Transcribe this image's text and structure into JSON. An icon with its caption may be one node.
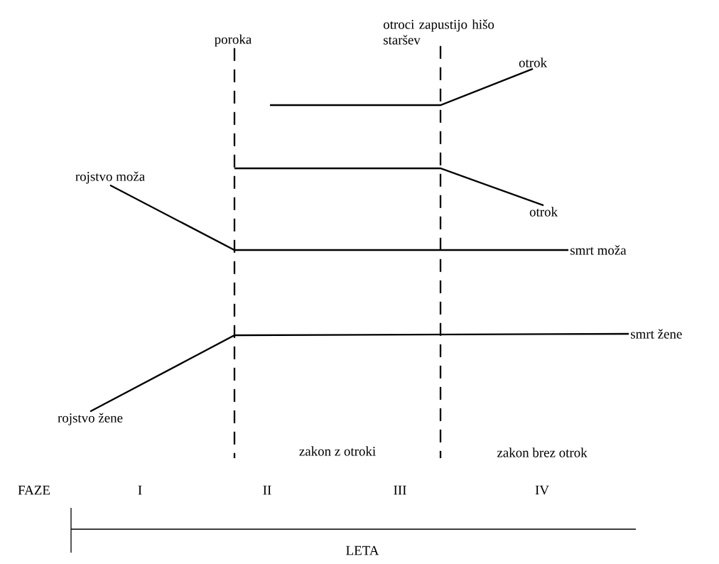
{
  "diagram": {
    "nodes": [
      {
        "text": [
          "poroka"
        ]
      },
      {
        "text": [
          "otroci zapustijo hišo staršev"
        ]
      },
      {
        "text": [
          "otrok"
        ]
      },
      {
        "text": [
          "rojstvo moža"
        ]
      },
      {
        "text": [
          "otrok"
        ]
      },
      {
        "text": [
          "smrt moža"
        ]
      },
      {
        "text": [
          "smrt žene"
        ]
      },
      {
        "text": [
          "rojstvo žene"
        ]
      }
    ],
    "edges": [
      {
        "from": 3,
        "to": 5,
        "arrow": "none"
      },
      {
        "from": 7,
        "to": 6,
        "arrow": "none"
      },
      {
        "from": null,
        "to": 2,
        "arrow": "none"
      },
      {
        "from": null,
        "to": 4,
        "arrow": "none"
      },
      {
        "from": 0,
        "to": null,
        "arrow": "none",
        "style": "dashed"
      },
      {
        "from": 1,
        "to": null,
        "arrow": "none",
        "style": "dashed"
      }
    ],
    "labels": [
      "zakon z otroki",
      "zakon brez otrok",
      "FAZE",
      "I",
      "II",
      "III",
      "IV",
      "LETA"
    ]
  }
}
